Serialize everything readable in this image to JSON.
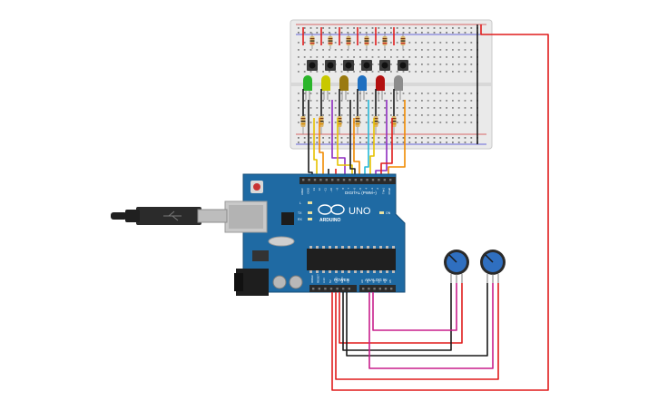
{
  "board": {
    "name": "UNO",
    "brand": "ARDUINO",
    "digital_label": "DIGITAL (PWM~)",
    "power_label": "POWER",
    "analog_label": "ANALOG IN",
    "top_pins": [
      "AREF",
      "GND",
      "13",
      "12",
      "~11",
      "~10",
      "~9",
      "8",
      "7",
      "~6",
      "~5",
      "4",
      "~3",
      "2",
      "TX▸1",
      "RX◂0"
    ],
    "power_pins": [
      "IOREF",
      "RESET",
      "3.3V",
      "5V",
      "GND",
      "GND",
      "Vin"
    ],
    "analog_pins": [
      "A0",
      "A1",
      "A2",
      "A3",
      "A4",
      "A5"
    ],
    "led_labels": [
      "L",
      "TX",
      "RX"
    ],
    "on_label": "ON",
    "colors": {
      "board": "#1f6aa3",
      "board_dark": "#174f7a",
      "chip": "#222222"
    }
  },
  "leds": [
    {
      "color": "#2bb52b",
      "name": "green"
    },
    {
      "color": "#c8c800",
      "name": "yellow"
    },
    {
      "color": "#9a7a10",
      "name": "amber"
    },
    {
      "color": "#1e6fc0",
      "name": "blue"
    },
    {
      "color": "#b31010",
      "name": "red"
    },
    {
      "color": "#8c8c8c",
      "name": "white"
    }
  ],
  "potentiometers": 2,
  "wire_colors": {
    "red": "#e01c1c",
    "black": "#1a1a1a",
    "magenta": "#c81e8c",
    "yellow": "#e6c200",
    "orange": "#f08a00",
    "purple": "#8e2bbf",
    "cyan": "#27b7d8"
  }
}
